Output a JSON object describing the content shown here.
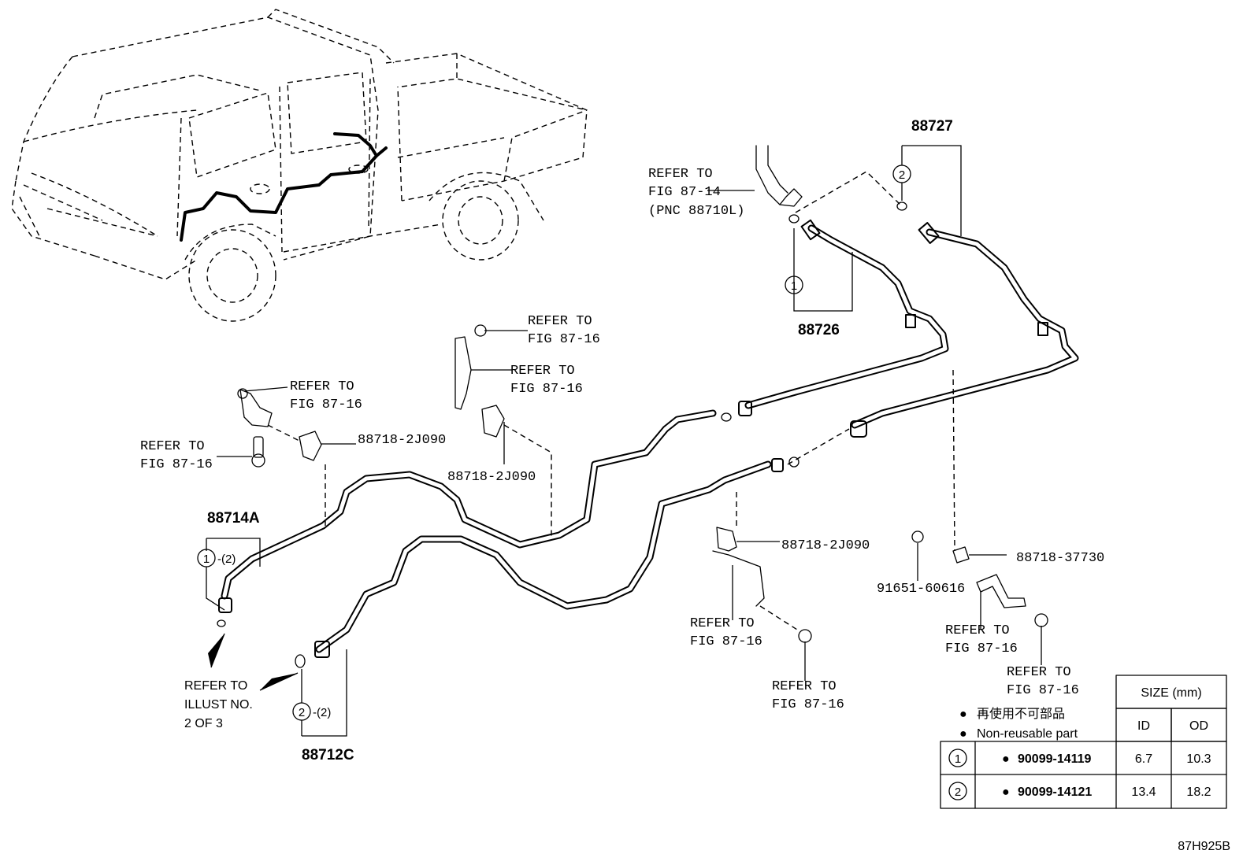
{
  "parts": {
    "p88727": "88727",
    "p88726": "88726",
    "p88714a": "88714A",
    "p88712c": "88712C",
    "clamp_a": "88718-2J090",
    "clamp_b": "88718-2J090",
    "clamp_c": "88718-2J090",
    "clamp_d": "88718-37730",
    "bolt": "91651-60616"
  },
  "refs": {
    "refer_to": "REFER TO",
    "fig_87_14": "FIG 87-14",
    "pnc": "(PNC 88710L)",
    "fig_87_16": "FIG 87-16",
    "illust_line1": "REFER TO",
    "illust_line2": "ILLUST NO.",
    "illust_line3": "2 OF 3"
  },
  "markers": {
    "one": "1",
    "two": "2",
    "qty2": "-(2)"
  },
  "legend": {
    "jp_label": "再使用不可部品",
    "en_label": "Non-reusable part",
    "bullet": "●"
  },
  "size_table": {
    "header": "SIZE (mm)",
    "col_id": "ID",
    "col_od": "OD",
    "rows": [
      {
        "marker": "1",
        "part": "90099-14119",
        "id": "6.7",
        "od": "10.3"
      },
      {
        "marker": "2",
        "part": "90099-14121",
        "id": "13.4",
        "od": "18.2"
      }
    ]
  },
  "diagram_code": "87H925B"
}
